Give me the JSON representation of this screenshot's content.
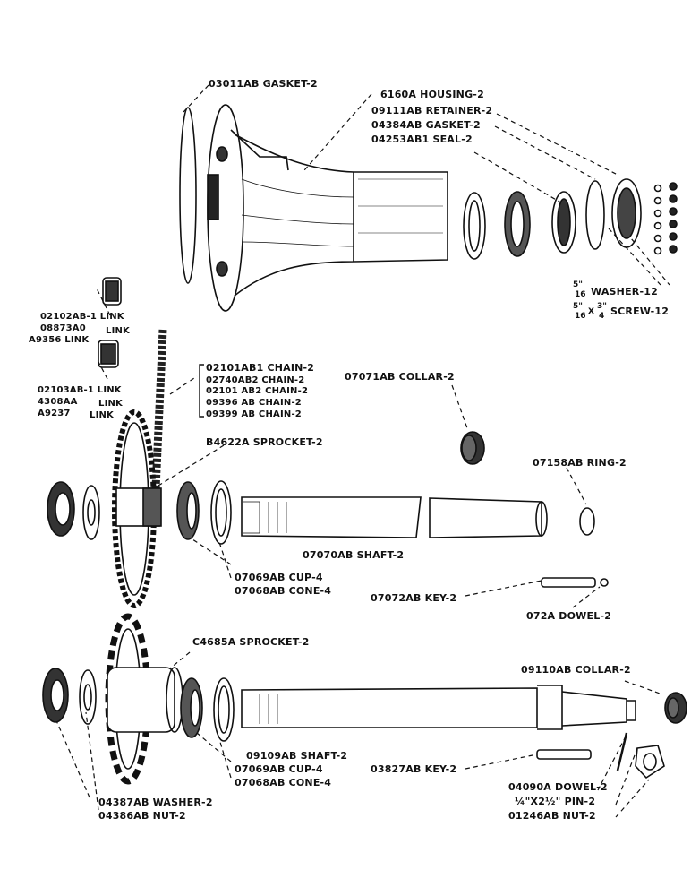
{
  "labels": {
    "gasket_03011ab": "03011AB GASKET-2",
    "housing": "6160A HOUSING-2",
    "retainer": "09111AB RETAINER-2",
    "gasket_04384ab": "04384AB GASKET-2",
    "seal": "04253AB1 SEAL-2",
    "washer_12": "WASHER-12",
    "screw_12": "SCREW-12",
    "link_02102": "02102AB-1 LINK",
    "link_08873": "08873A0",
    "link_08873_word": "LINK",
    "link_a9356": "A9356 LINK",
    "link_02103": "02103AB-1 LINK",
    "link_4308": "4308AA",
    "link_4308_word": "LINK",
    "link_a9237": "A9237",
    "link_a9237_word": "LINK",
    "chain_1": "02101AB1 CHAIN-2",
    "chain_2": "02740AB2 CHAIN-2",
    "chain_3": "02101 AB2 CHAIN-2",
    "chain_4": "09396 AB CHAIN-2",
    "chain_5": "09399 AB CHAIN-2",
    "collar_07071": "07071AB COLLAR-2",
    "sprocket_b4622": "B4622A SPROCKET-2",
    "ring": "07158AB RING-2",
    "shaft_07070": "07070AB SHAFT-2",
    "cup_1": "07069AB CUP-4",
    "cone_1": "07068AB CONE-4",
    "key_07072": "07072AB KEY-2",
    "dowel_072a": "072A DOWEL-2",
    "sprocket_c4685": "C4685A SPROCKET-2",
    "collar_09110": "09110AB COLLAR-2",
    "shaft_09109": "09109AB SHAFT-2",
    "cup_2": "07069AB CUP-4",
    "cone_2": "07068AB CONE-4",
    "key_03827": "03827AB KEY-2",
    "dowel_04090": "04090A DOWEL-2",
    "pin": "¼\"X2½\" PIN-2",
    "nut_01246": "01246AB NUT-2",
    "washer_04387": "04387AB WASHER-2",
    "nut_04386": "04386AB NUT-2"
  },
  "fractions": {
    "washer_num": "5\"",
    "washer_den": "16",
    "screw_num": "5\"",
    "screw_den": "16",
    "screw_x": "X",
    "screw_num2": "3\"",
    "screw_den2": "4"
  }
}
